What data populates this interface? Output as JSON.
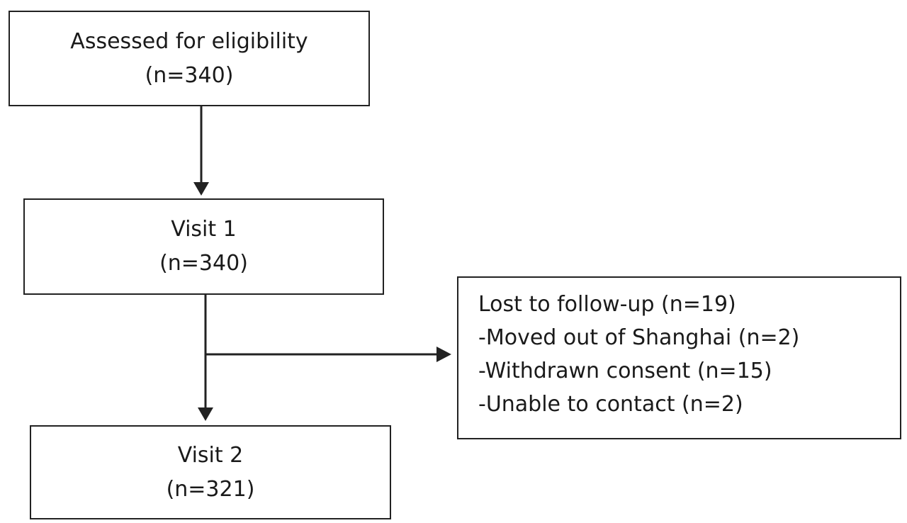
{
  "boxes": {
    "eligibility": {
      "title": "Assessed for eligibility",
      "count": "(n=340)"
    },
    "visit1": {
      "title": "Visit 1",
      "count": "(n=340)"
    },
    "visit2": {
      "title": "Visit 2",
      "count": "(n=321)"
    },
    "lost": {
      "title": "Lost to follow-up (n=19)",
      "items": [
        "-Moved out of Shanghai (n=2)",
        "-Withdrawn consent (n=15)",
        "-Unable to contact (n=2)"
      ]
    }
  },
  "colors": {
    "stroke": "#222222",
    "text": "#1a1a1a",
    "background": "#ffffff"
  }
}
